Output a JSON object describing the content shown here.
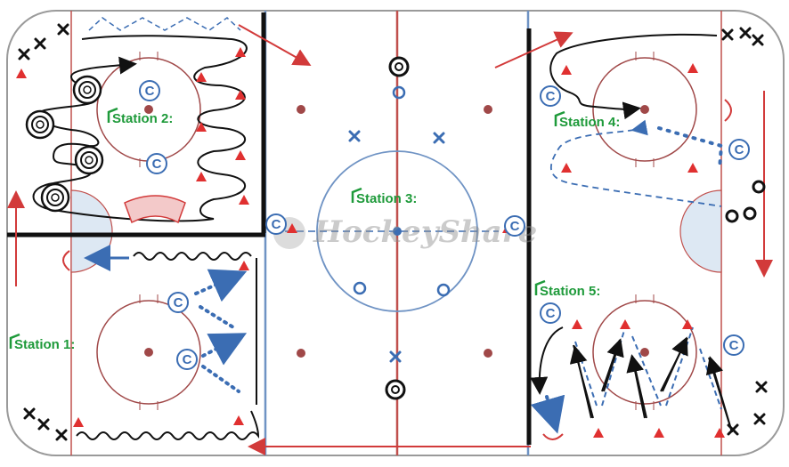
{
  "watermark": {
    "text": "HockeyShare"
  },
  "stations": [
    {
      "id": 2,
      "label": "Station 2:"
    },
    {
      "id": 3,
      "label": "Station 3:"
    },
    {
      "id": 4,
      "label": "Station 4:"
    },
    {
      "id": 1,
      "label": "Station 1:"
    },
    {
      "id": 5,
      "label": "Station 5:"
    }
  ],
  "coach_symbol": "C",
  "colors": {
    "rink_line_red": "#c0504d",
    "blue_line": "#6f93c4",
    "faceoff_circle": "#a04848",
    "coach": "#3b6db3",
    "player_x": "#111111",
    "path_black": "#111111",
    "pass_blue": "#3b6db3",
    "cone_red": "#e03030",
    "station_green": "#1e9a3a",
    "crease_fill": "#dde8f3"
  }
}
